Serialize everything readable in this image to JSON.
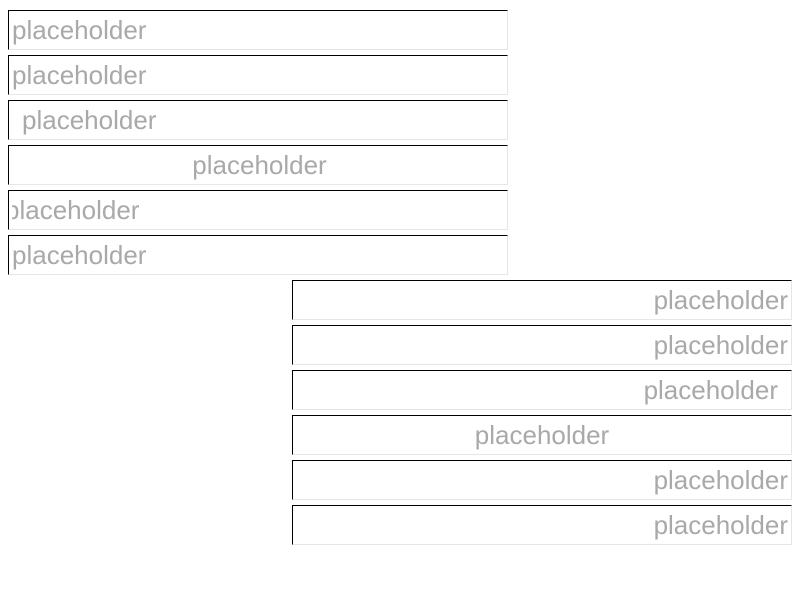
{
  "fields": [
    {
      "placeholder": "placeholder",
      "value": ""
    },
    {
      "placeholder": "placeholder",
      "value": ""
    },
    {
      "placeholder": "placeholder",
      "value": ""
    },
    {
      "placeholder": "placeholder",
      "value": ""
    },
    {
      "placeholder": "placeholder",
      "value": ""
    },
    {
      "placeholder": "placeholder",
      "value": ""
    },
    {
      "placeholder": "placeholder",
      "value": ""
    },
    {
      "placeholder": "placeholder",
      "value": ""
    },
    {
      "placeholder": "placeholder",
      "value": ""
    },
    {
      "placeholder": "placeholder",
      "value": ""
    },
    {
      "placeholder": "placeholder",
      "value": ""
    },
    {
      "placeholder": "placeholder",
      "value": ""
    }
  ],
  "colors": {
    "placeholder_text": "#a9a9a9",
    "border_dark": "#000000",
    "border_light": "#e6e6e6",
    "background": "#ffffff"
  }
}
